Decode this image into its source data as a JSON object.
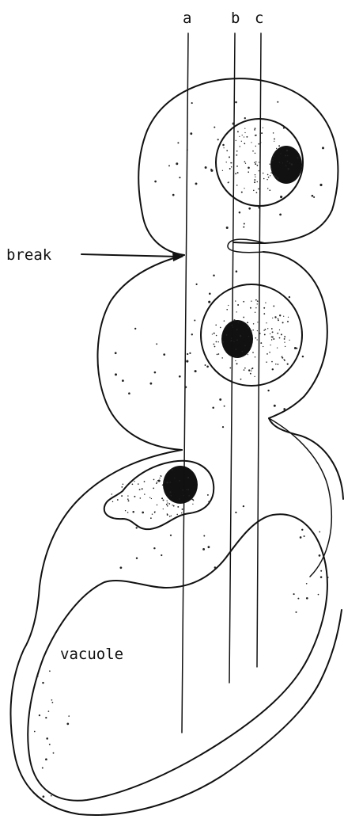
{
  "labels": {
    "line_a": "a",
    "line_b": "b",
    "line_c": "c",
    "break": "break",
    "vacuole": "vacuole"
  },
  "colors": {
    "ink": "#111111",
    "background": "#ffffff"
  }
}
